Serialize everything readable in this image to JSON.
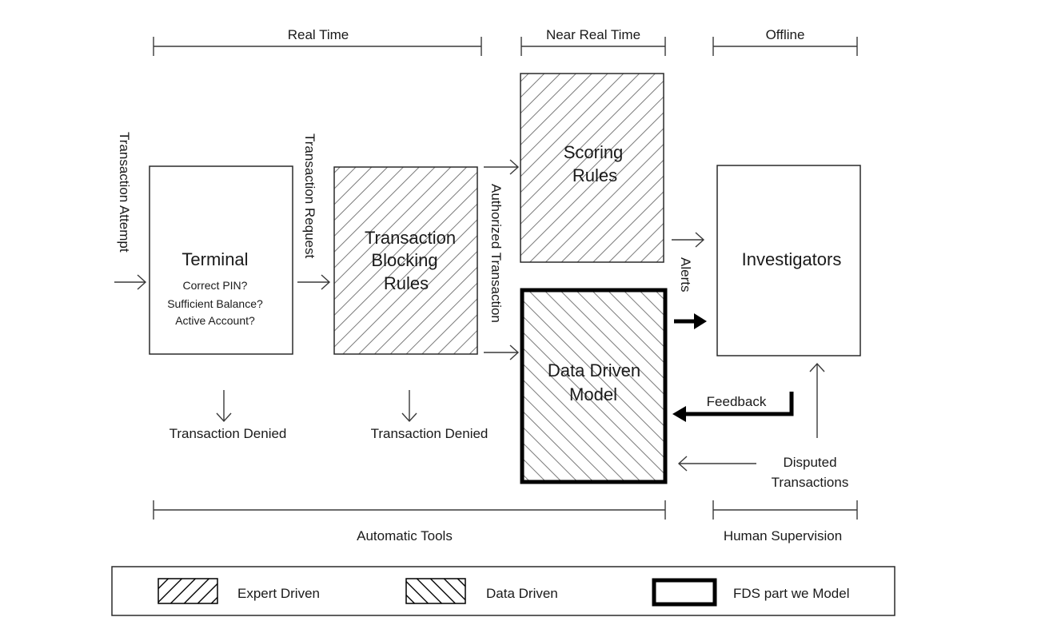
{
  "timeline": {
    "real_time": "Real Time",
    "near_real_time": "Near Real Time",
    "offline": "Offline"
  },
  "flow": {
    "transaction_attempt": "Transaction Attempt",
    "transaction_request": "Transaction Request",
    "authorized_transaction": "Authorized Transaction",
    "alerts": "Alerts",
    "feedback": "Feedback",
    "disputed_line1": "Disputed",
    "disputed_line2": "Transactions"
  },
  "terminal": {
    "title": "Terminal",
    "checks": [
      "Correct PIN?",
      "Sufficient Balance?",
      "Active Account?"
    ],
    "denied": "Transaction Denied"
  },
  "blocking": {
    "title_lines": [
      "Transaction",
      "Blocking",
      "Rules"
    ],
    "denied": "Transaction Denied"
  },
  "scoring": {
    "title_lines": [
      "Scoring",
      "Rules"
    ]
  },
  "model": {
    "title_lines": [
      "Data Driven",
      "Model"
    ]
  },
  "investigators": {
    "title": "Investigators"
  },
  "groups": {
    "automatic": "Automatic Tools",
    "human": "Human Supervision"
  },
  "legend": {
    "expert": "Expert Driven",
    "data": "Data Driven",
    "fds": "FDS part we Model"
  }
}
